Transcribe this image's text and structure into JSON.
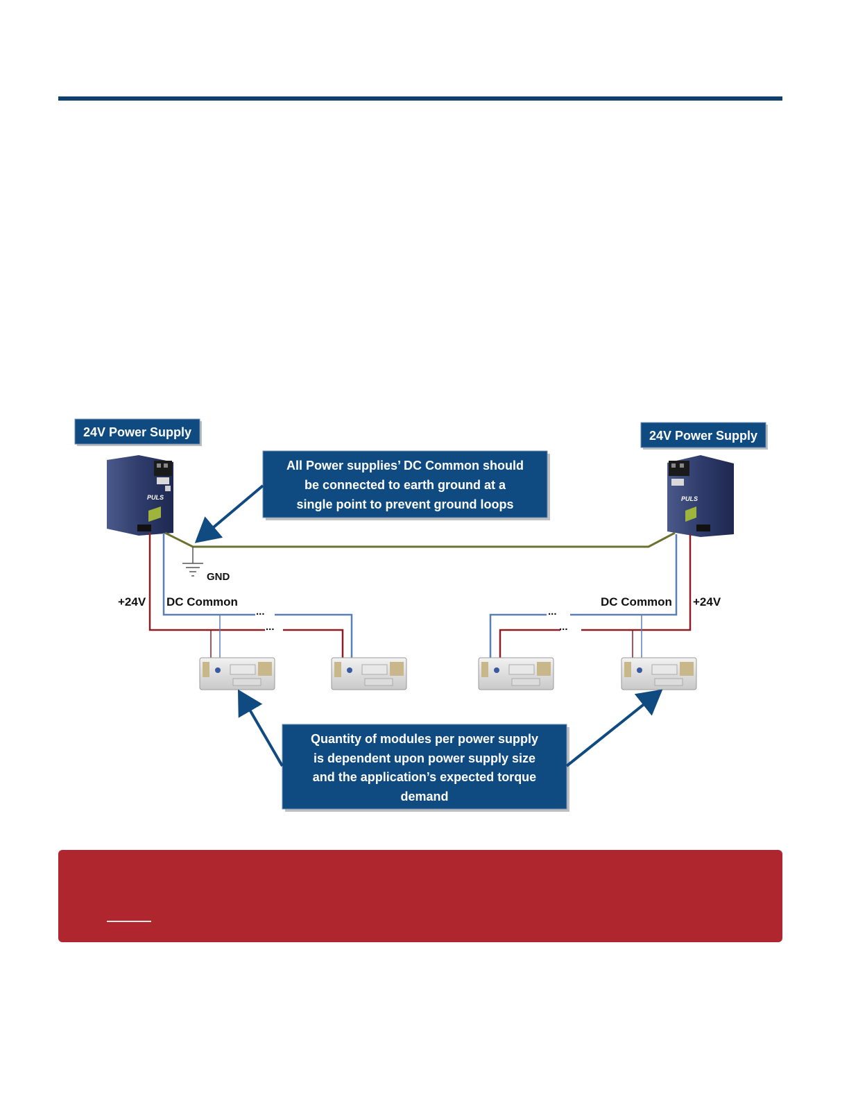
{
  "labels": {
    "psu_left_title": "24V Power Supply",
    "psu_right_title": "24V Power Supply",
    "ground_note": [
      "All Power supplies’ DC Common should",
      "be connected to earth ground at a",
      "single point to prevent ground loops"
    ],
    "modules_note": [
      "Quantity of modules per power supply",
      "is dependent upon power supply size",
      "and the application’s expected torque",
      "demand"
    ],
    "gnd": "GND",
    "plus24_left": "+24V",
    "dc_common_left": "DC Common",
    "dc_common_right": "DC Common",
    "plus24_right": "+24V",
    "ellipsis": "..."
  },
  "psu_logo_left": "PULS",
  "psu_logo_right": "PULS",
  "colors": {
    "header_rule": "#0f3f6e",
    "callout_fill": "#0f4a80",
    "warning_panel": "#b0262f",
    "wire_positive": "#8b1e22",
    "wire_common": "#5a7fb5",
    "wire_ground": "#6b7230"
  },
  "icons": [
    "ground-symbol-icon",
    "callout-arrow-icon"
  ]
}
